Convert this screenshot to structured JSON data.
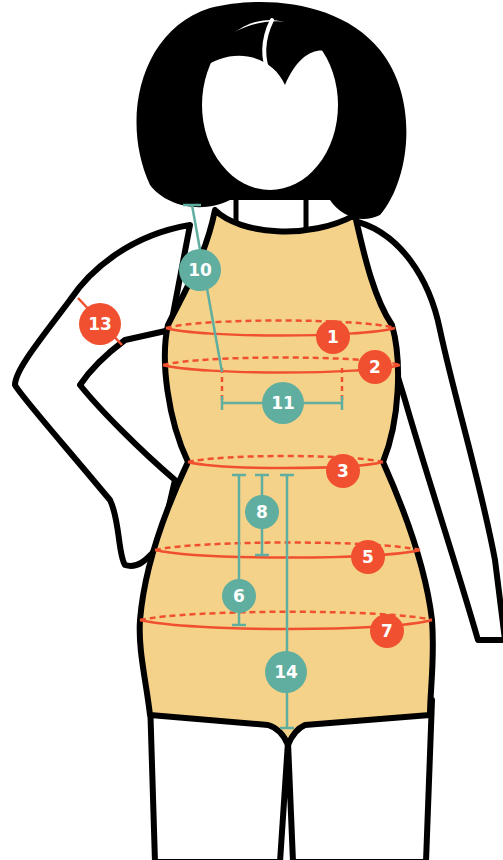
{
  "diagram": {
    "labels": [
      "10",
      "13",
      "1",
      "2",
      "11",
      "3",
      "8",
      "5",
      "6",
      "7",
      "14"
    ]
  }
}
